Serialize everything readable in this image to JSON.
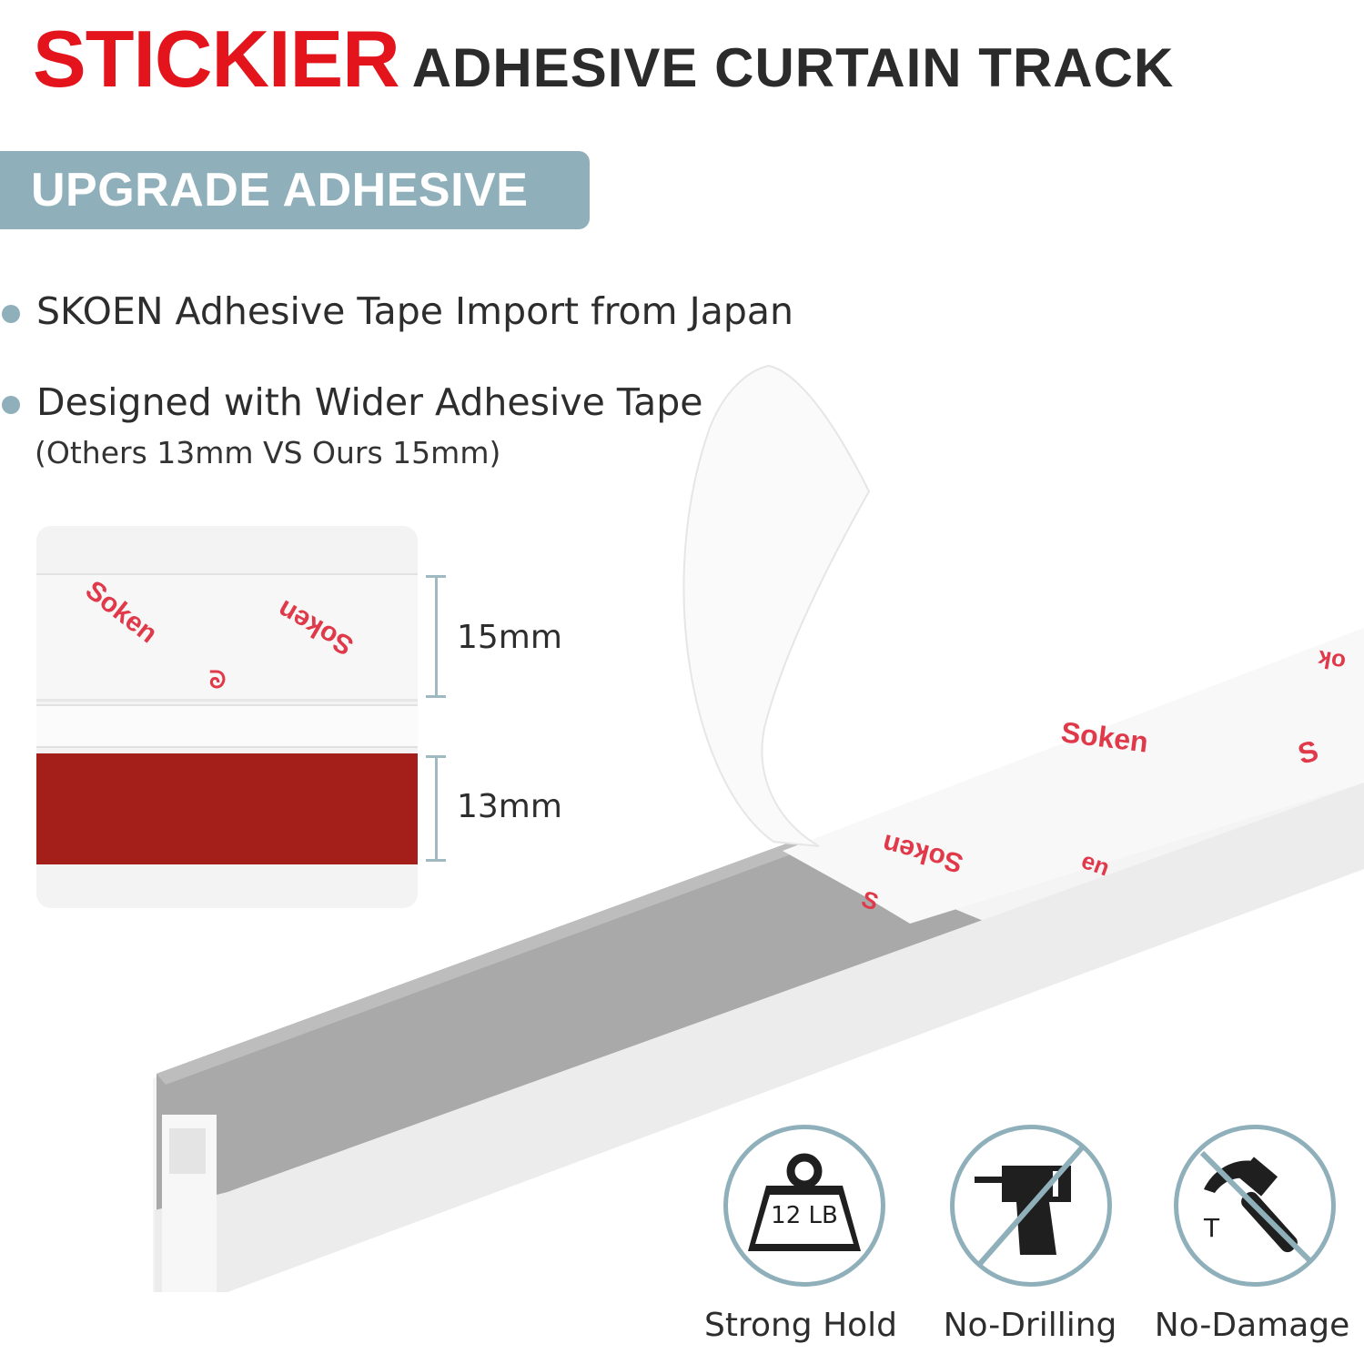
{
  "headline": {
    "accent": "STICKIER",
    "rest": "ADHESIVE CURTAIN TRACK"
  },
  "badge": {
    "label": "UPGRADE ADHESIVE"
  },
  "bullets": [
    {
      "text": "SKOEN Adhesive Tape Import from Japan"
    },
    {
      "text": "Designed with Wider Adhesive Tape",
      "sub": "(Others 13mm VS Ours 15mm)"
    }
  ],
  "comparison": {
    "ours": {
      "label": "15mm"
    },
    "others": {
      "label": "13mm"
    },
    "brand": "Soken"
  },
  "features": [
    {
      "label": "Strong Hold",
      "icon": "weight-icon",
      "weight": "12 LB"
    },
    {
      "label": "No-Drilling",
      "icon": "no-drill-icon"
    },
    {
      "label": "No-Damage",
      "icon": "no-hammer-icon"
    }
  ],
  "colors": {
    "accent": "#e3141c",
    "badge": "#8fb0ba",
    "tape_red": "#a51f1a",
    "text": "#2d2d2d"
  }
}
